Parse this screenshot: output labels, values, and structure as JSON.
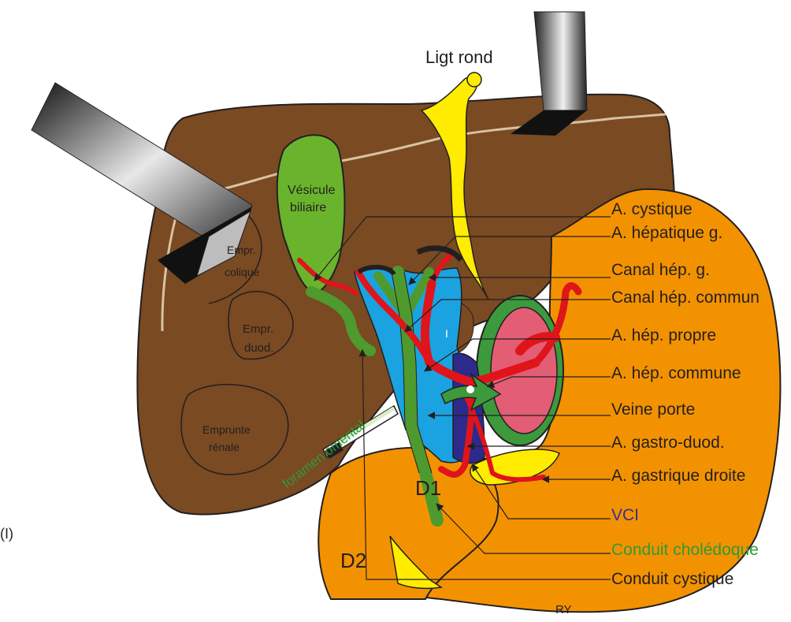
{
  "labels": {
    "ligt_rond": "Ligt rond",
    "vesicule_1": "Vésicule",
    "vesicule_2": "biliaire",
    "empr_colique_1": "Empr.",
    "empr_colique_2": "colique",
    "empr_duod_1": "Empr.",
    "empr_duod_2": "duod.",
    "empreinte_renale_1": "Emprunte",
    "empreinte_renale_2": "rénale",
    "lobe_i": "I",
    "foramen": "foramen omental",
    "d1": "D1",
    "d2": "D2",
    "ry": "RY",
    "figure_tag": "(I)"
  },
  "callouts": [
    {
      "id": "a-cystique",
      "text": "A. cystique",
      "color": "#231f20"
    },
    {
      "id": "a-hepatique-g",
      "text": "A. hépatique g.",
      "color": "#231f20"
    },
    {
      "id": "canal-hep-g",
      "text": "Canal hép. g.",
      "color": "#231f20"
    },
    {
      "id": "canal-hep-commun",
      "text": "Canal hép. commun",
      "color": "#231f20"
    },
    {
      "id": "a-hep-propre",
      "text": "A. hép. propre",
      "color": "#231f20"
    },
    {
      "id": "a-hep-commune",
      "text": "A. hép. commune",
      "color": "#231f20"
    },
    {
      "id": "veine-porte",
      "text": "Veine porte",
      "color": "#231f20"
    },
    {
      "id": "a-gastro-duod",
      "text": "A. gastro-duod.",
      "color": "#231f20"
    },
    {
      "id": "a-gastrique-droite",
      "text": "A. gastrique droite",
      "color": "#231f20"
    },
    {
      "id": "vci",
      "text": "VCI",
      "color": "#3b2c8f"
    },
    {
      "id": "conduit-choledoque",
      "text": "Conduit cholédoque",
      "color": "#2e9a3a"
    },
    {
      "id": "conduit-cystique",
      "text": "Conduit cystique",
      "color": "#231f20"
    }
  ],
  "colors": {
    "liver": "#7a4a22",
    "gallbladder": "#6ab42d",
    "bile_duct": "#4f9a2e",
    "artery": "#e0141b",
    "portal_vein": "#1aa3e0",
    "vci": "#2c2a8a",
    "stomach_duodenum": "#f39200",
    "ligament": "#ffec00",
    "pylorus_ring": "#3c9a3c",
    "pylorus_inner": "#e35d74"
  }
}
